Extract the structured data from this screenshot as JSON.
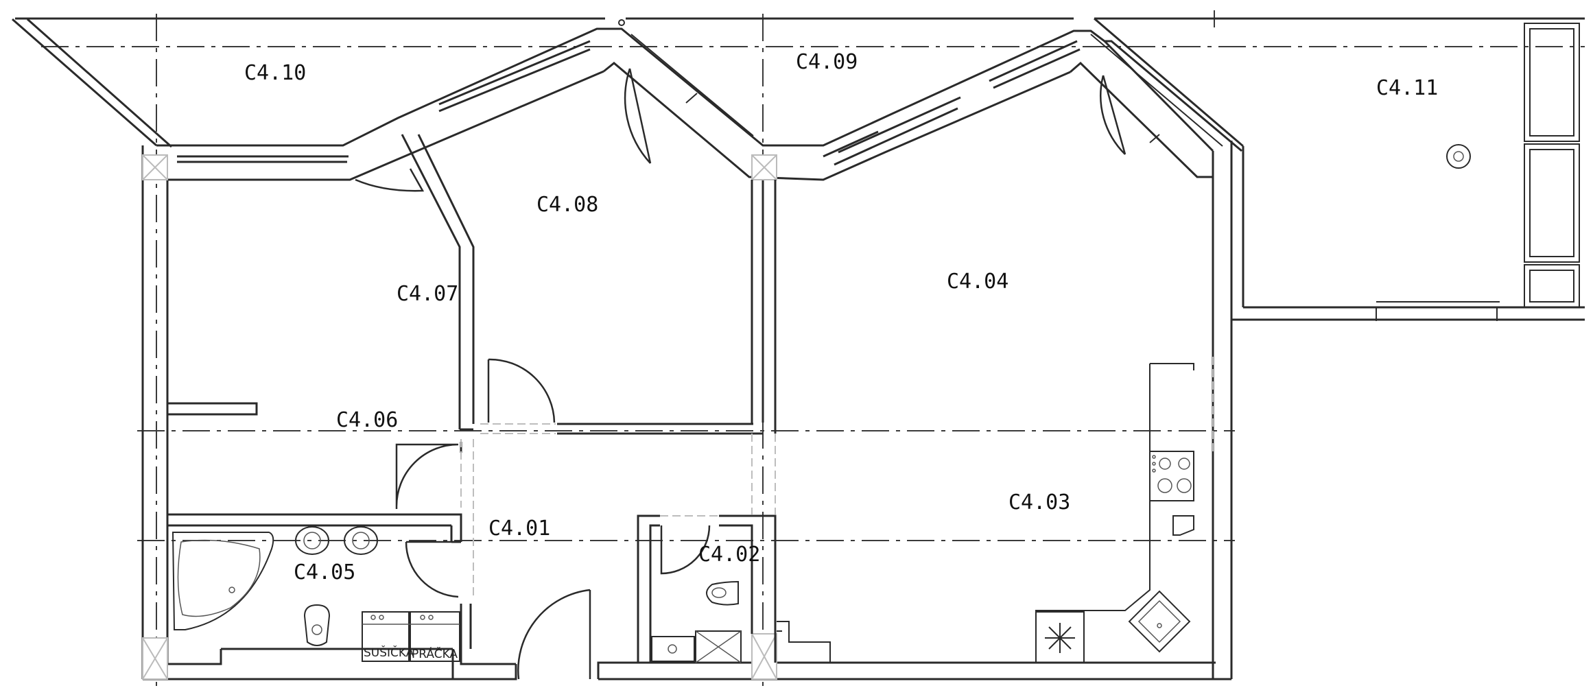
{
  "rooms": {
    "c4_01": "C4.01",
    "c4_02": "C4.02",
    "c4_03": "C4.03",
    "c4_04": "C4.04",
    "c4_05": "C4.05",
    "c4_06": "C4.06",
    "c4_07": "C4.07",
    "c4_08": "C4.08",
    "c4_09": "C4.09",
    "c4_10": "C4.10",
    "c4_11": "C4.11"
  },
  "appliances": {
    "dryer": "SUŠIČKA",
    "washer": "PRÁČKA"
  },
  "colors": {
    "line": "#2a2a2a",
    "grid_axis": "#3a3a3a",
    "column": "#bbbbbb"
  }
}
